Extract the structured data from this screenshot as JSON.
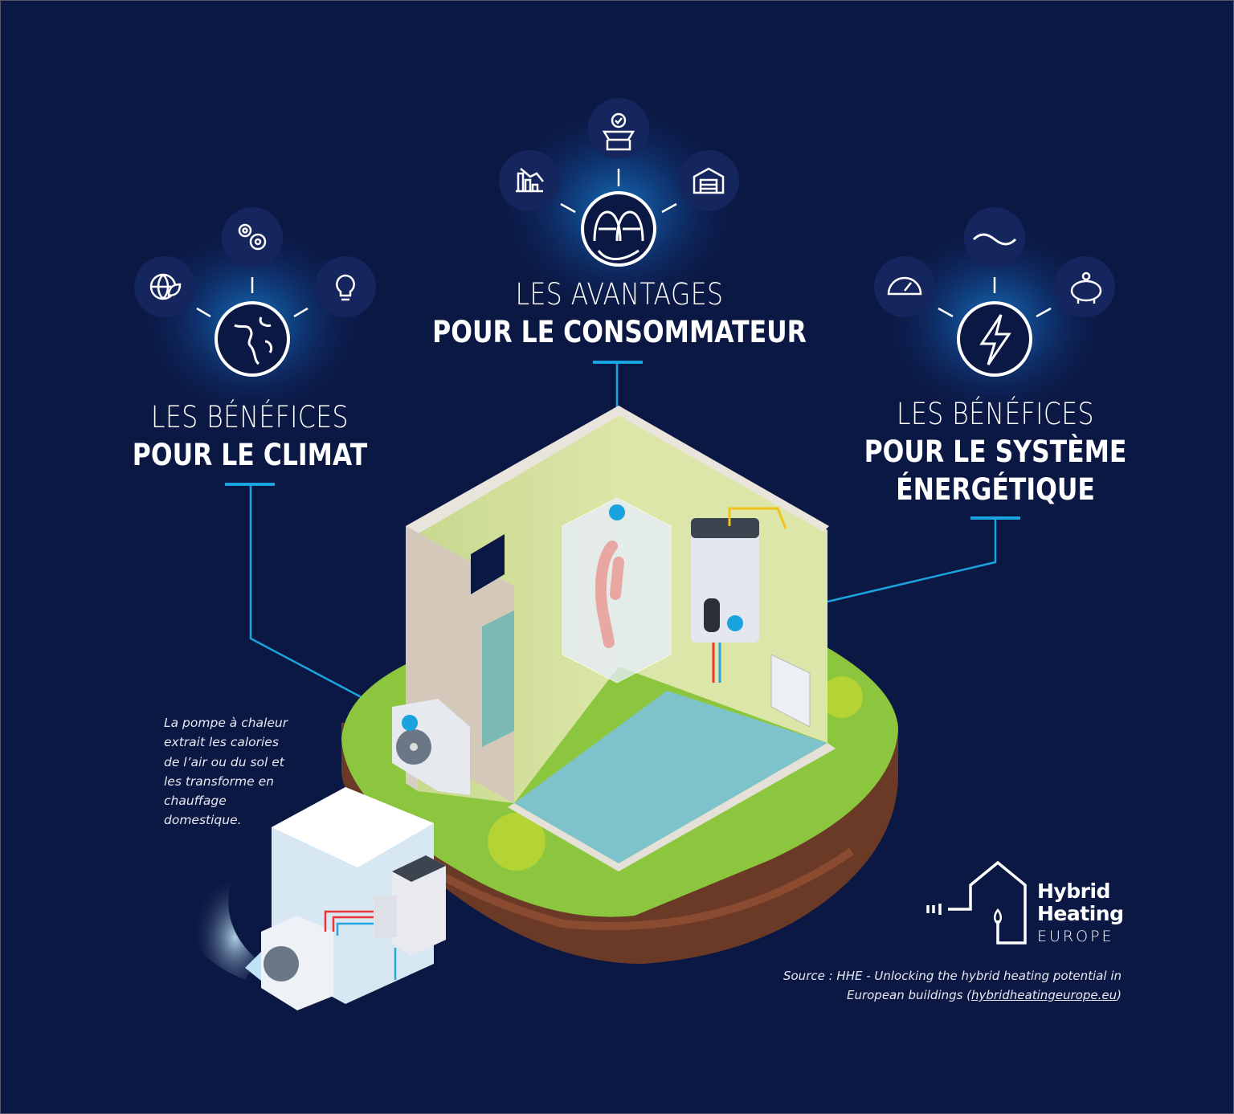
{
  "sections": {
    "climate": {
      "line1": "LES BÉNÉFICES",
      "line2": "POUR LE CLIMAT"
    },
    "consumer": {
      "line1": "LES AVANTAGES",
      "line2": "POUR LE CONSOMMATEUR"
    },
    "energy": {
      "line1": "LES BÉNÉFICES",
      "line2": "POUR LE SYSTÈME",
      "line3": "ÉNERGÉTIQUE"
    }
  },
  "note": [
    "La pompe à chaleur",
    "extrait les calories",
    "de l’air ou du sol et",
    "les transforme en",
    "chauffage",
    "domestique."
  ],
  "logo": {
    "line1": "Hybrid",
    "line2": "Heating",
    "line3": "EUROPE"
  },
  "source": {
    "line1": "Source : HHE - Unlocking the hybrid heating potential in",
    "line2_prefix": "European buildings (",
    "link": "hybridheatingeurope.eu",
    "line2_suffix": ")"
  },
  "icons": {
    "climate": [
      "globe-leaf-icon",
      "gears-icon",
      "lightbulb-icon",
      "earth-icon"
    ],
    "consumer": [
      "chart-down-icon",
      "box-check-icon",
      "building-icon",
      "people-icon"
    ],
    "energy": [
      "gauge-icon",
      "wave-icon",
      "piggy-bank-icon",
      "lightning-icon"
    ]
  },
  "colors": {
    "background": "#0c1844",
    "accent": "#1ba3e0",
    "circle": "#15265e",
    "grass": "#8cc63f",
    "soil": "#6b3a26"
  }
}
